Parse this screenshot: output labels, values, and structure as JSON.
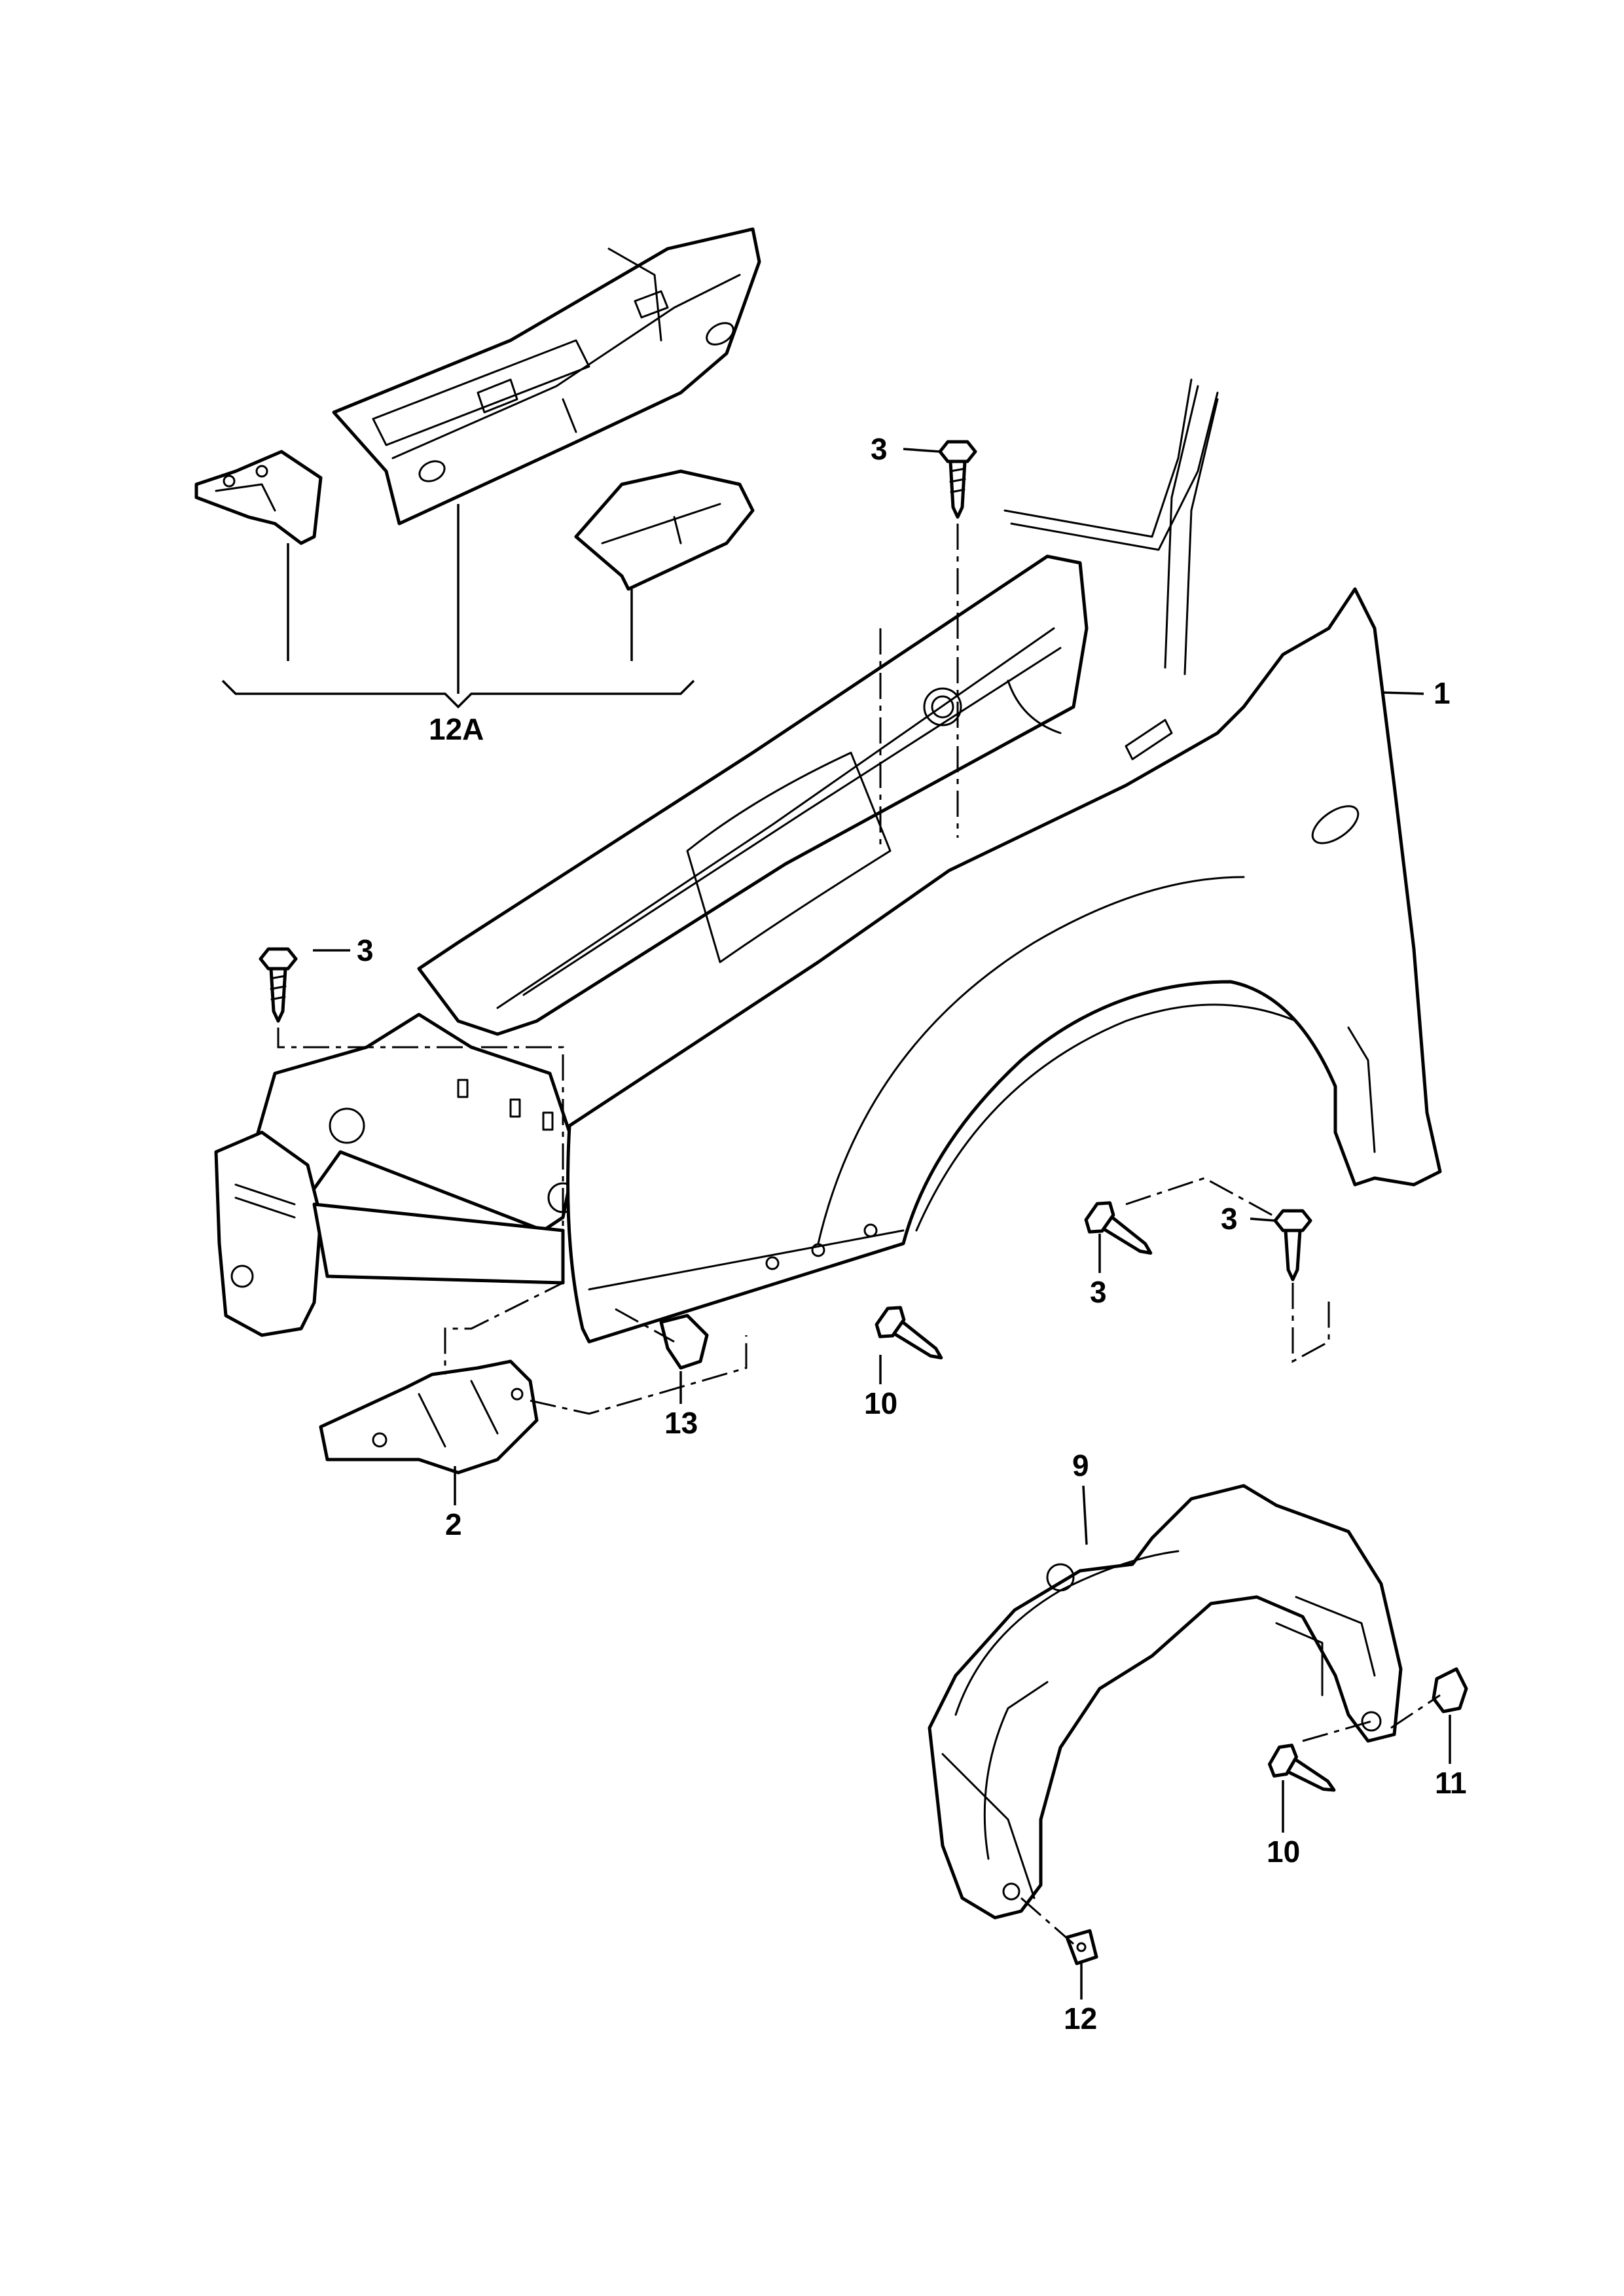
{
  "callouts": {
    "part_1": "1",
    "part_2": "2",
    "part_3_top": "3",
    "part_3_left": "3",
    "part_3_right_a": "3",
    "part_3_right_b": "3",
    "part_9": "9",
    "part_10_lower": "10",
    "part_10_liner": "10",
    "part_11": "11",
    "part_12": "12",
    "part_12A": "12A",
    "part_13": "13"
  }
}
